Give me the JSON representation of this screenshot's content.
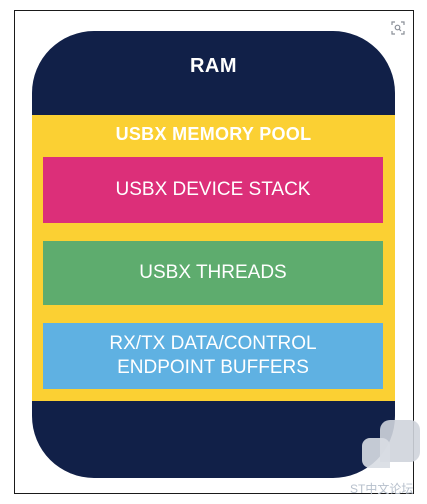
{
  "diagram": {
    "ram_label": "RAM",
    "pool_label": "USBX MEMORY POOL",
    "blocks": [
      {
        "lines": [
          "USBX DEVICE STACK"
        ]
      },
      {
        "lines": [
          "USBX THREADS"
        ]
      },
      {
        "lines": [
          "RX/TX DATA/CONTROL",
          "ENDPOINT BUFFERS"
        ]
      }
    ]
  },
  "colors": {
    "ram": "#112048",
    "pool": "#fbd033",
    "device_stack": "#dc2f79",
    "threads": "#5eac6e",
    "buffers": "#5fb1e2"
  },
  "icons": {
    "zoom": "zoom-icon",
    "watermark": "chat-bubble-logo"
  },
  "watermark": {
    "text": "ST中文论坛"
  }
}
